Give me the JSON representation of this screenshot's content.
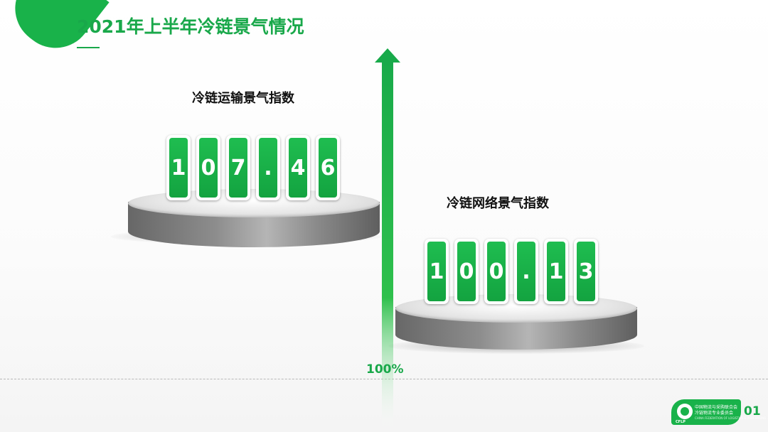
{
  "header": {
    "title": "2021年上半年冷链景气情况"
  },
  "left_block": {
    "label": "冷链运输景气指数",
    "digits": [
      "1",
      "0",
      "7",
      ".",
      "4",
      "6"
    ]
  },
  "right_block": {
    "label": "冷链网络景气指数",
    "digits": [
      "1",
      "0",
      "0",
      ".",
      "1",
      "3"
    ]
  },
  "axis": {
    "label": "100%"
  },
  "footer": {
    "org_line1": "中国物流与采购联合会",
    "org_line2": "冷链物流专业委员会",
    "org_line3": "CHINA FEDERATION OF LOGISTICS & PURCHASING",
    "abbr": "CFLP",
    "page_number": "01"
  },
  "colors": {
    "accent": "#19a84a",
    "digit_green": "#13a340",
    "pedestal": "#8d8d8d"
  }
}
